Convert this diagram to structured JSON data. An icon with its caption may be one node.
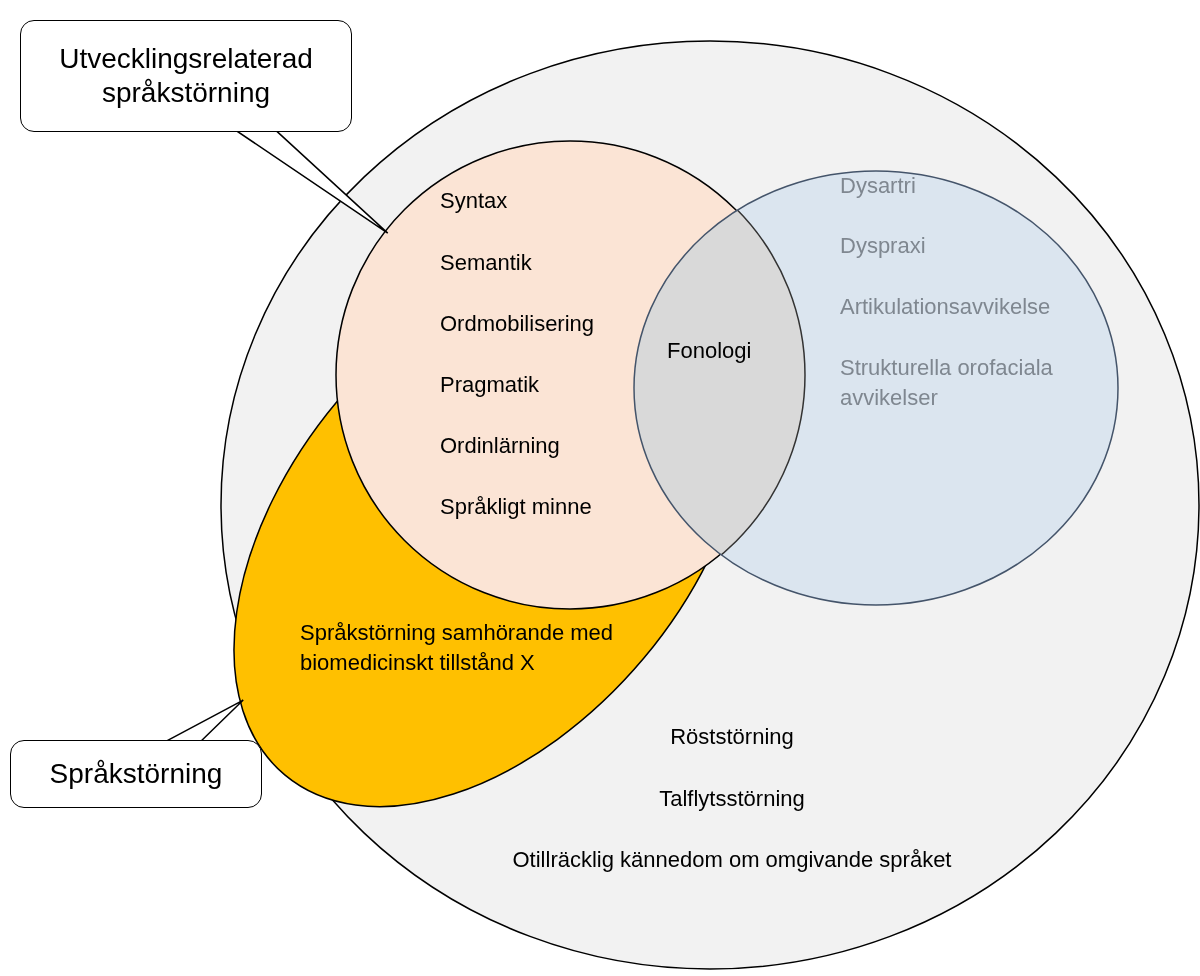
{
  "diagram": {
    "nodes": [
      {
        "text": [
          "Röststörning",
          "Talflytsstörning",
          "Otillräcklig kännedom om omgivande språket"
        ]
      },
      {
        "text": [
          "Språkstörning samhörande med biomedicinskt tillstånd X"
        ],
        "in": 0
      },
      {
        "text": [
          "Syntax",
          "Semantik",
          "Ordmobilisering",
          "Pragmatik",
          "Ordinlärning",
          "Språkligt minne"
        ],
        "in": 0
      },
      {
        "text": [
          "Dysartri",
          "Dyspraxi",
          "Artikulationsavvikelse",
          "Strukturella orofaciala avvikelser"
        ],
        "in": 0
      },
      {
        "text": [
          "Fonologi"
        ]
      },
      {
        "text": [
          "Utvecklingsrelaterad språkstörning"
        ]
      },
      {
        "text": [
          "Språkstörning"
        ]
      }
    ],
    "edges": [
      {
        "from": 5,
        "to": 2,
        "arrow": "none"
      },
      {
        "from": 6,
        "to": 1,
        "arrow": "none"
      }
    ]
  }
}
